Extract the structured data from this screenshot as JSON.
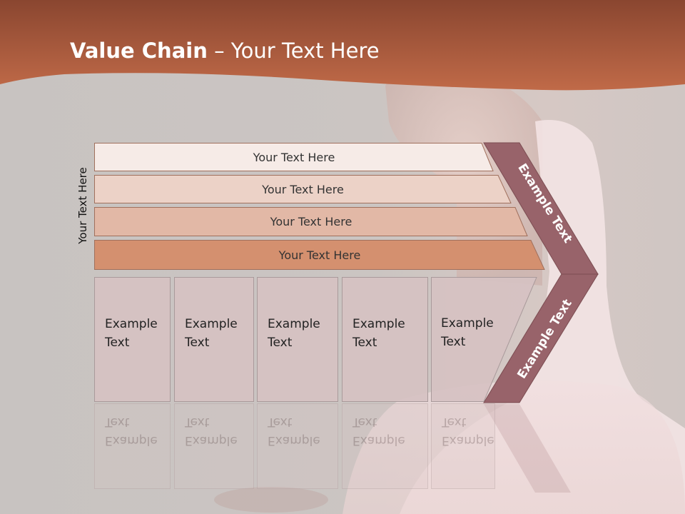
{
  "slide": {
    "title_bold": "Value Chain",
    "title_rest": " – Your Text Here",
    "side_label": "Your Text Here",
    "bars": [
      {
        "label": "Your Text Here",
        "fill": "#f6ebe7"
      },
      {
        "label": "Your Text Here",
        "fill": "#ecd2c7"
      },
      {
        "label": "Your Text Here",
        "fill": "#e2b8a6"
      },
      {
        "label": "Your Text Here",
        "fill": "#d4906f"
      }
    ],
    "boxes": [
      {
        "label": "Example\nText"
      },
      {
        "label": "Example\nText"
      },
      {
        "label": "Example\nText"
      },
      {
        "label": "Example\nText"
      },
      {
        "label": "Example\nText"
      }
    ],
    "chevron_top_label": "Example Text",
    "chevron_bottom_label": "Example Text"
  },
  "colors": {
    "header": "#a9563a",
    "chevron": "#98636a",
    "bar_border": "#a0705d"
  }
}
